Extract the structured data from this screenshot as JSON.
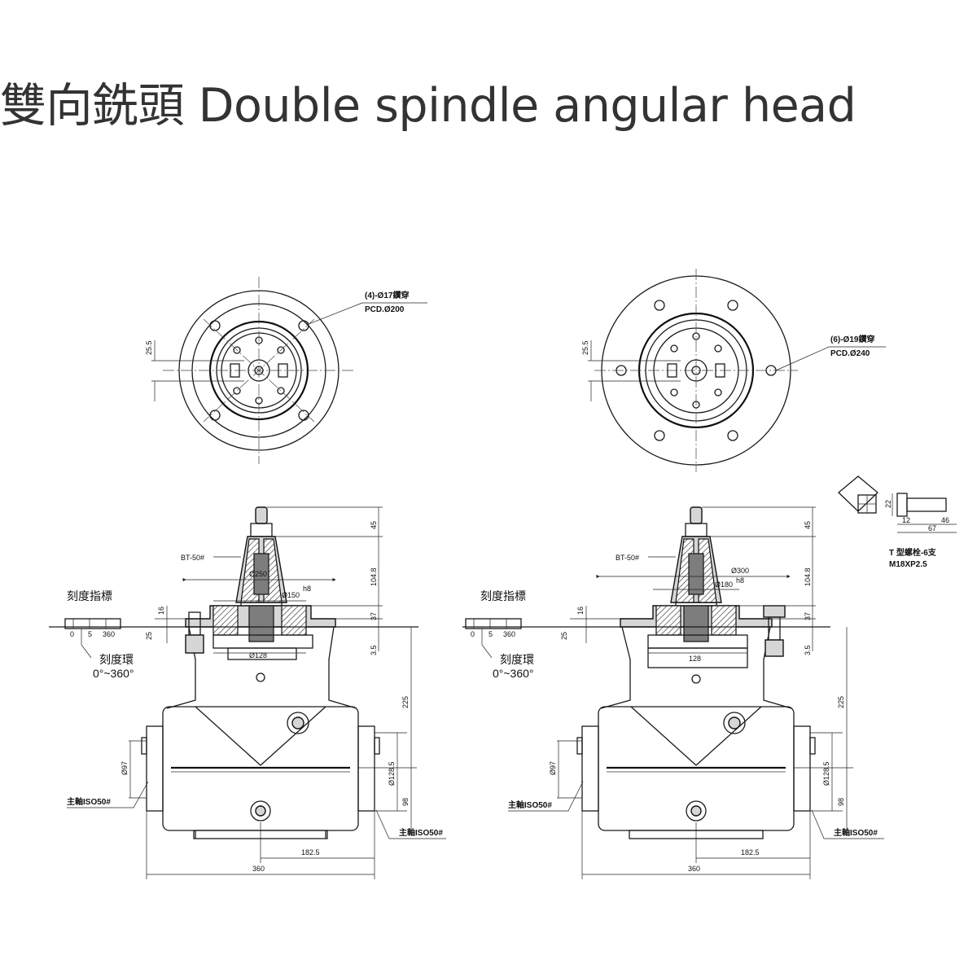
{
  "title": "雙向銑頭 Double spindle angular head",
  "left_top_view": {
    "hole_note": "(4)-Ø17鑽穿",
    "pcd": "PCD.Ø200",
    "offset_dim": "25.5"
  },
  "right_top_view": {
    "hole_note": "(6)-Ø19鑽穿",
    "pcd": "PCD.Ø240",
    "offset_dim": "25.5"
  },
  "left_side_view": {
    "taper": "BT-50#",
    "dia_flange": "Ø250",
    "dia_pilot": "Ø150",
    "dia_pilot_tol": "h8",
    "dia_base": "Ø128",
    "scale_pointer": "刻度指標",
    "scale_ring": "刻度環",
    "scale_range": "0°~360°",
    "spindle_label_left": "主軸ISO50#",
    "spindle_label_right": "主軸ISO50#",
    "dim_45": "45",
    "dim_104_8": "104.8",
    "dim_37": "37",
    "dim_3_5": "3.5",
    "dim_16": "16",
    "dim_25": "25",
    "dim_225": "225",
    "dim_d97": "Ø97",
    "dim_d128_5": "Ø128.5",
    "dim_98": "98",
    "dim_182_5": "182.5",
    "dim_360": "360"
  },
  "right_side_view": {
    "taper": "BT-50#",
    "dia_flange": "Ø300",
    "dia_pilot": "Ø180",
    "dia_pilot_tol": "h8",
    "dia_base": "128",
    "scale_pointer": "刻度指標",
    "scale_ring": "刻度環",
    "scale_range": "0°~360°",
    "spindle_label_left": "主軸ISO50#",
    "spindle_label_right": "主軸ISO50#",
    "dim_45": "45",
    "dim_104_8": "104.8",
    "dim_37": "37",
    "dim_3_5": "3.5",
    "dim_16": "16",
    "dim_25": "25",
    "dim_225": "225",
    "dim_d97": "Ø97",
    "dim_d128_5": "Ø128.5",
    "dim_98": "98",
    "dim_182_5": "182.5",
    "dim_360": "360"
  },
  "tbolt": {
    "note_line1": "T 型螺栓-6支",
    "note_line2": "M18XP2.5",
    "dim_a": "22",
    "dim_b": "12",
    "dim_c": "46",
    "dim_d": "67"
  },
  "scale_numbers": [
    "0",
    "5",
    "360"
  ]
}
